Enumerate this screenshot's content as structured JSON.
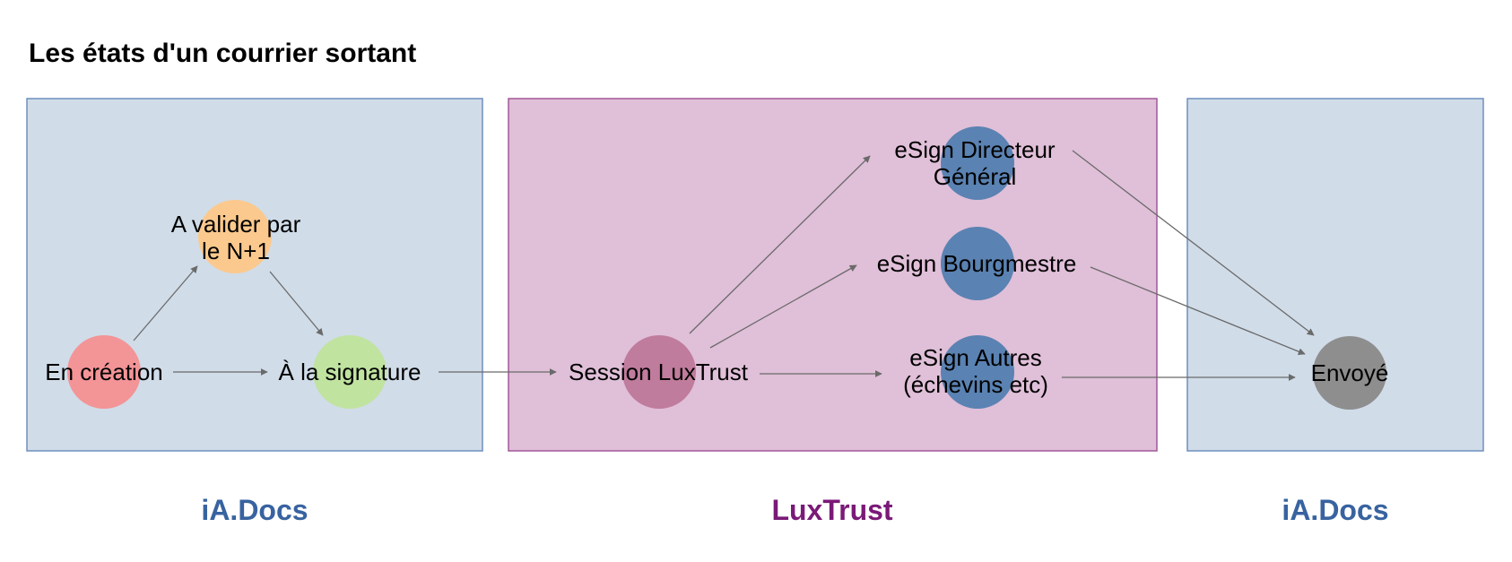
{
  "title": "Les états d'un courrier sortant",
  "colors": {
    "panel_iadocs_fill": "#d0dce8",
    "panel_iadocs_border": "#6f8fbf",
    "panel_luxtrust_fill": "#e0bfd8",
    "panel_luxtrust_border": "#a05898",
    "label_iadocs": "#3863a0",
    "label_luxtrust": "#7a1a78",
    "arrow": "#6a6a6a"
  },
  "panels": [
    {
      "id": "iadocs-left",
      "label": "iA.Docs",
      "theme": "iadocs"
    },
    {
      "id": "luxtrust",
      "label": "LuxTrust",
      "theme": "luxtrust"
    },
    {
      "id": "iadocs-right",
      "label": "iA.Docs",
      "theme": "iadocs"
    }
  ],
  "nodes": [
    {
      "id": "en-creation",
      "lines": [
        "En création"
      ],
      "color": "#f39497"
    },
    {
      "id": "a-valider",
      "lines": [
        "A valider par",
        "le N+1"
      ],
      "color": "#fbc98d"
    },
    {
      "id": "a-la-signature",
      "lines": [
        "À la signature"
      ],
      "color": "#c0e3a0"
    },
    {
      "id": "session-luxtrust",
      "lines": [
        "Session LuxTrust"
      ],
      "color": "#c07c9c"
    },
    {
      "id": "esign-directeur",
      "lines": [
        "eSign Directeur",
        "Général"
      ],
      "color": "#5a82b2"
    },
    {
      "id": "esign-bourgmestre",
      "lines": [
        "eSign Bourgmestre"
      ],
      "color": "#5a82b2"
    },
    {
      "id": "esign-autres",
      "lines": [
        "eSign Autres",
        "(échevins etc)"
      ],
      "color": "#5a82b2"
    },
    {
      "id": "envoye",
      "lines": [
        "Envoyé"
      ],
      "color": "#8e8e8e"
    }
  ],
  "edges": [
    {
      "from": "en-creation",
      "to": "a-valider"
    },
    {
      "from": "en-creation",
      "to": "a-la-signature"
    },
    {
      "from": "a-valider",
      "to": "a-la-signature"
    },
    {
      "from": "a-la-signature",
      "to": "session-luxtrust"
    },
    {
      "from": "session-luxtrust",
      "to": "esign-directeur"
    },
    {
      "from": "session-luxtrust",
      "to": "esign-bourgmestre"
    },
    {
      "from": "session-luxtrust",
      "to": "esign-autres"
    },
    {
      "from": "esign-directeur",
      "to": "envoye"
    },
    {
      "from": "esign-bourgmestre",
      "to": "envoye"
    },
    {
      "from": "esign-autres",
      "to": "envoye"
    }
  ]
}
